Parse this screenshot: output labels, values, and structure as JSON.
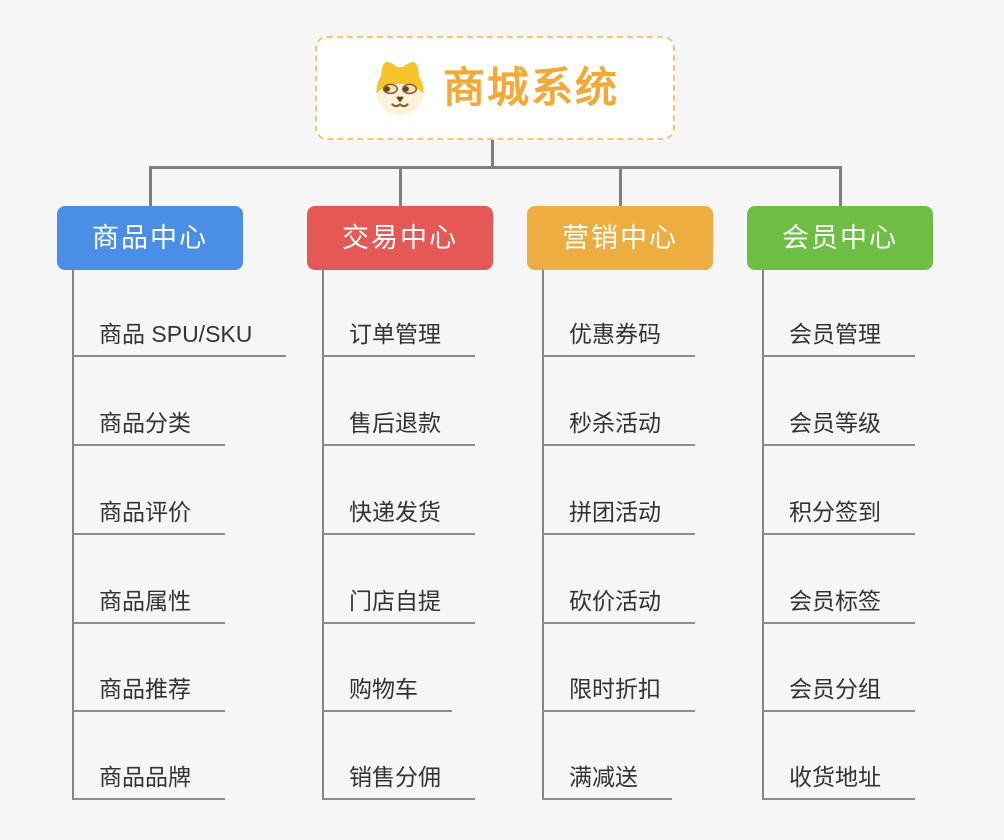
{
  "root": {
    "title": "商城系统",
    "icon": "dog-face-icon"
  },
  "branches": [
    {
      "label": "商品中心",
      "color": "#4a8ee8",
      "items": [
        "商品 SPU/SKU",
        "商品分类",
        "商品评价",
        "商品属性",
        "商品推荐",
        "商品品牌"
      ]
    },
    {
      "label": "交易中心",
      "color": "#e65856",
      "items": [
        "订单管理",
        "售后退款",
        "快递发货",
        "门店自提",
        "购物车",
        "销售分佣"
      ]
    },
    {
      "label": "营销中心",
      "color": "#edad40",
      "items": [
        "优惠券码",
        "秒杀活动",
        "拼团活动",
        "砍价活动",
        "限时折扣",
        "满减送"
      ]
    },
    {
      "label": "会员中心",
      "color": "#6ebe44",
      "items": [
        "会员管理",
        "会员等级",
        "积分签到",
        "会员标签",
        "会员分组",
        "收货地址"
      ]
    }
  ],
  "palette": {
    "background": "#f5f6f5",
    "connector_line": "#7f7f7f",
    "item_underline": "#8c8c8c",
    "item_text": "#333333",
    "root_border": "#f7c573",
    "root_title": "#f4a937"
  }
}
